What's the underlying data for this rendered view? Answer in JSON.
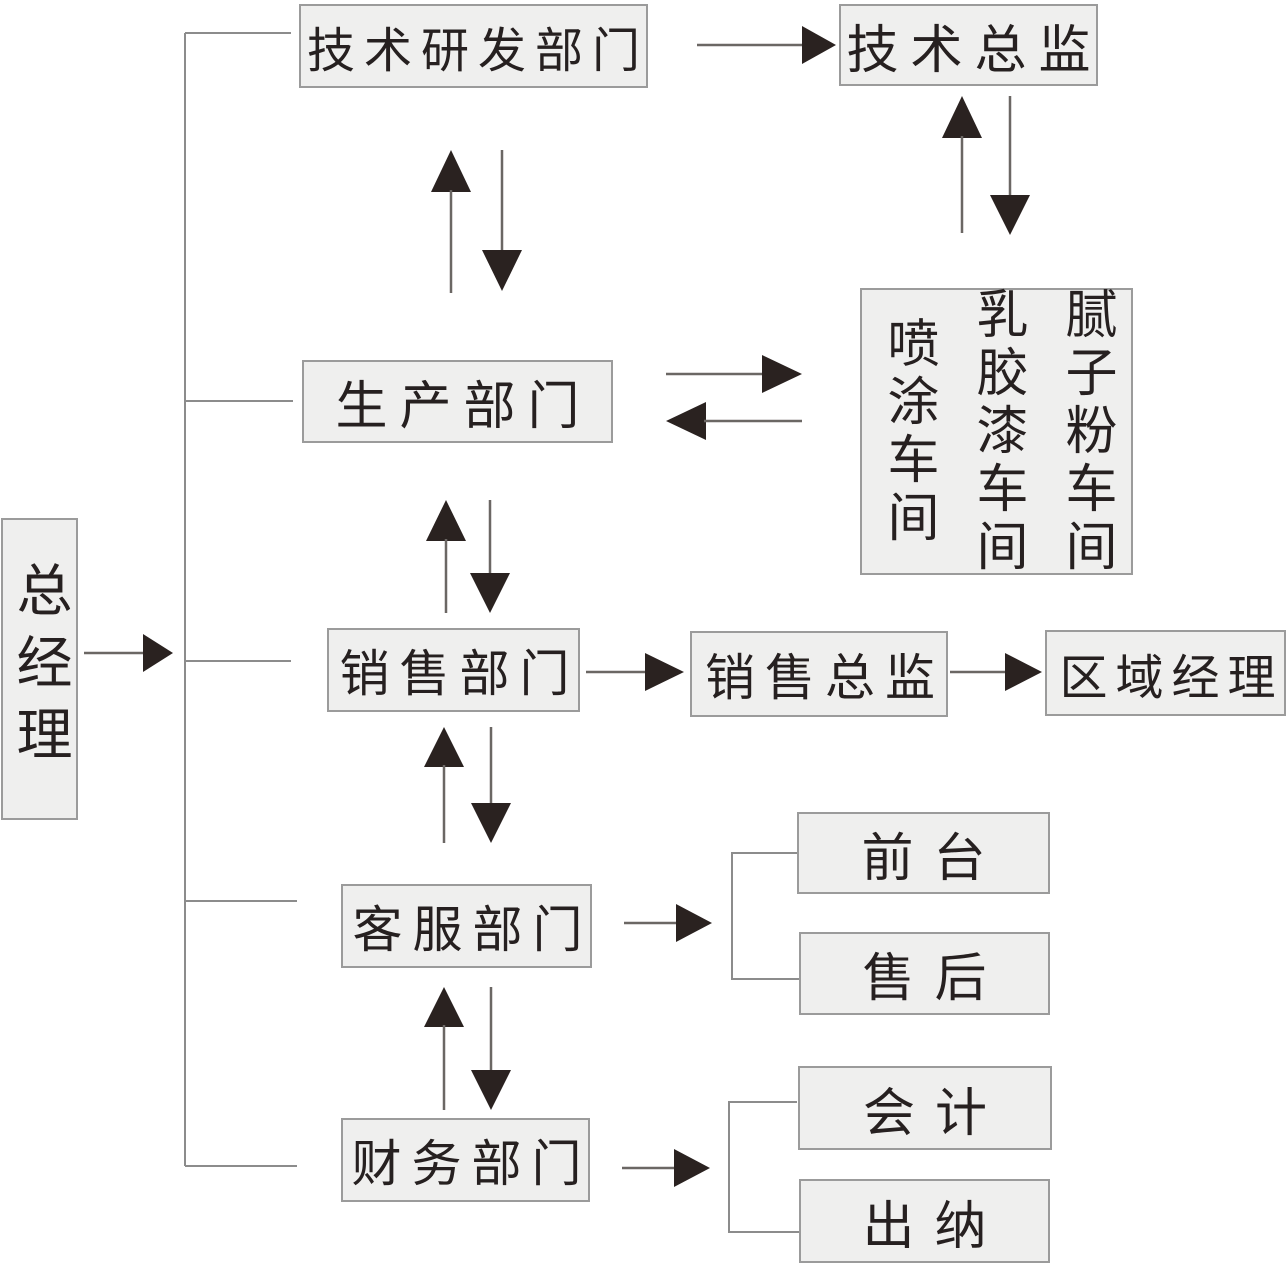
{
  "diagram": {
    "title": "company-organization-flowchart",
    "nodes": {
      "general_manager": "总经理",
      "tech_rd": "技术研发部门",
      "tech_director": "技术总监",
      "production": "生产部门",
      "workshops": [
        "喷涂车间",
        "乳胶漆车间",
        "腻子粉车间"
      ],
      "sales": "销售部门",
      "sales_director": "销售总监",
      "regional_manager": "区域经理",
      "customer_service": "客服部门",
      "front_desk": "前台",
      "after_sales": "售后",
      "finance": "财务部门",
      "accounting": "会计",
      "cashier": "出纳"
    },
    "edges": [
      {
        "from": "general_manager",
        "to": "tech_rd",
        "bidirectional": false,
        "via": "spine"
      },
      {
        "from": "general_manager",
        "to": "production",
        "bidirectional": false,
        "via": "spine"
      },
      {
        "from": "general_manager",
        "to": "sales",
        "bidirectional": false,
        "via": "spine"
      },
      {
        "from": "general_manager",
        "to": "customer_service",
        "bidirectional": false,
        "via": "spine"
      },
      {
        "from": "general_manager",
        "to": "finance",
        "bidirectional": false,
        "via": "spine"
      },
      {
        "from": "tech_rd",
        "to": "production",
        "bidirectional": true
      },
      {
        "from": "production",
        "to": "sales",
        "bidirectional": true
      },
      {
        "from": "sales",
        "to": "customer_service",
        "bidirectional": true
      },
      {
        "from": "customer_service",
        "to": "finance",
        "bidirectional": true
      },
      {
        "from": "tech_rd",
        "to": "tech_director",
        "bidirectional": false
      },
      {
        "from": "tech_director",
        "to": "workshops",
        "bidirectional": true
      },
      {
        "from": "production",
        "to": "workshops",
        "bidirectional": true
      },
      {
        "from": "sales",
        "to": "sales_director",
        "bidirectional": false
      },
      {
        "from": "sales_director",
        "to": "regional_manager",
        "bidirectional": false
      },
      {
        "from": "customer_service",
        "to": "front_desk",
        "bidirectional": false,
        "via": "bracket"
      },
      {
        "from": "customer_service",
        "to": "after_sales",
        "bidirectional": false,
        "via": "bracket"
      },
      {
        "from": "finance",
        "to": "accounting",
        "bidirectional": false,
        "via": "bracket"
      },
      {
        "from": "finance",
        "to": "cashier",
        "bidirectional": false,
        "via": "bracket"
      }
    ],
    "colors": {
      "box_fill": "#efefee",
      "box_border": "#9b9b9b",
      "line": "#8c8c8c",
      "stem": "#6b6764",
      "arrow": "#2a2220",
      "ink": "#262020"
    }
  }
}
